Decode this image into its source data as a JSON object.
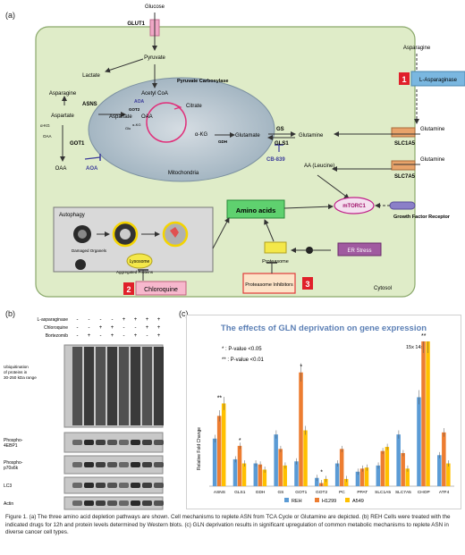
{
  "panel_labels": {
    "a": "(a)",
    "b": "(b)",
    "c": "(c)"
  },
  "panel_a": {
    "glucose": "Glucose",
    "glut1": "GLUT1",
    "pyruvate": "Pyruvate",
    "lactate": "Lactate",
    "asparagine": "Asparagine",
    "asns": "ASNS",
    "aspartate_left": "Aspartate",
    "a_kg_left": "α-KG",
    "oaa_label_small": "OAA",
    "got1": "GOT1",
    "oaa_left": "OAA",
    "aoa_left": "AOA",
    "acetyl_coa": "Acetyl CoA",
    "pyruvate_carboxylase": "Pyruvate Carboxylase",
    "aoa_mito": "AOA",
    "got2": "GOT2",
    "aspartate_mito": "Aspartate",
    "oaa_mito": "OAA",
    "citrate": "Citrate",
    "a_kg_mito": "α-KG",
    "glu_small": "Glu",
    "akg_small": "α-KG",
    "gdh": "GDH",
    "glutamate": "Glutamate",
    "gs": "GS",
    "gls1": "GLS1",
    "glutamine_center": "Glutamine",
    "cb839": "CB-839",
    "mitochondria": "Mitochondria",
    "asparagine_right": "Asparagine",
    "l_asparaginase": "L-Asparaginase",
    "num1": "1",
    "glutamine_right1": "Glutamine",
    "slc1a5": "SLC1A5",
    "aa_leucine": "AA (Leucine)",
    "glutamine_right2": "Glutamine",
    "slc7a5": "SLC7A5",
    "mtorc1": "mTORC1",
    "growth_factor": "Growth Factor Receptor",
    "amino_acids": "Amino acids",
    "autophagy": "Autophagy",
    "damaged_organels": "Damaged Organels",
    "lysosome": "Lysosome",
    "aggregated_proteins": "Aggregated Proteins",
    "num2": "2",
    "chloroquine": "Chloroquine",
    "proteasome": "Proteasome",
    "er_stress": "ER Stress",
    "proteasome_inhibitors": "Proteasome Inhibitors",
    "num3": "3",
    "cytosol": "Cytosol"
  },
  "panel_b": {
    "treatments": [
      {
        "label": "L-asparaginase",
        "signs": [
          "-",
          "-",
          "-",
          "-",
          "+",
          "+",
          "+",
          "+"
        ]
      },
      {
        "label": "Chloroquine",
        "signs": [
          "-",
          "-",
          "+",
          "+",
          "-",
          "-",
          "+",
          "+"
        ]
      },
      {
        "label": "Bortezomib",
        "signs": [
          "-",
          "+",
          "-",
          "+",
          "-",
          "+",
          "-",
          "+"
        ]
      }
    ],
    "blots": [
      {
        "label": "Ubiquitination of proteins in 30-250 kDa range"
      },
      {
        "label": "Phospho-4EBP1"
      },
      {
        "label": "Phospho-p70s6k"
      },
      {
        "label": "LC3"
      },
      {
        "label": "Actin"
      }
    ]
  },
  "chart_data": {
    "type": "bar",
    "title": "The effects of GLN deprivation on gene expression",
    "ylabel": "Relative Fold Change",
    "ylim": [
      0,
      7
    ],
    "categories": [
      "ASNS",
      "GLS1",
      "GDH",
      "GS",
      "GOT1",
      "GOT2",
      "PC",
      "PPAT",
      "SLC1A5",
      "SLC7A5",
      "CHOP",
      "ATF4"
    ],
    "series": [
      {
        "name": "REH",
        "color": "#5b9bd5",
        "values": [
          2.3,
          1.3,
          1.1,
          2.5,
          1.2,
          0.4,
          1.1,
          0.7,
          1.0,
          2.5,
          4.3,
          1.5
        ]
      },
      {
        "name": "H1299",
        "color": "#ed7d31",
        "values": [
          3.4,
          1.95,
          1.05,
          1.8,
          5.5,
          0.15,
          1.8,
          0.85,
          1.7,
          1.6,
          7.0,
          2.6
        ]
      },
      {
        "name": "A549",
        "color": "#ffc000",
        "values": [
          4.0,
          1.1,
          0.8,
          1.0,
          2.7,
          0.35,
          0.35,
          0.9,
          1.9,
          0.85,
          7.0,
          1.1
        ]
      }
    ],
    "annotations": {
      "sig1": "* : P-value <0.05",
      "sig2": "** : P-value <0.01",
      "chop_values": "15x  14x"
    },
    "stars": [
      {
        "category": "ASNS",
        "text": "**"
      },
      {
        "category": "GLS1",
        "text": "*"
      },
      {
        "category": "GOT1",
        "text": "*"
      },
      {
        "category": "GOT2",
        "text": "*"
      },
      {
        "category": "CHOP",
        "text": "**"
      }
    ],
    "legend": "bottom"
  },
  "caption": "Figure 1. (a) The three amino acid depletion pathways are shown. Cell mechanisms to replete ASN from TCA Cycle or Glutamine are depicted. (b) REH Cells were treated with the indicated drugs for 12h and protein levels determined by Western blots. (c) GLN deprivation results in significant upregulation of common metabolic mechanisms to replete ASN in diverse cancer cell types."
}
